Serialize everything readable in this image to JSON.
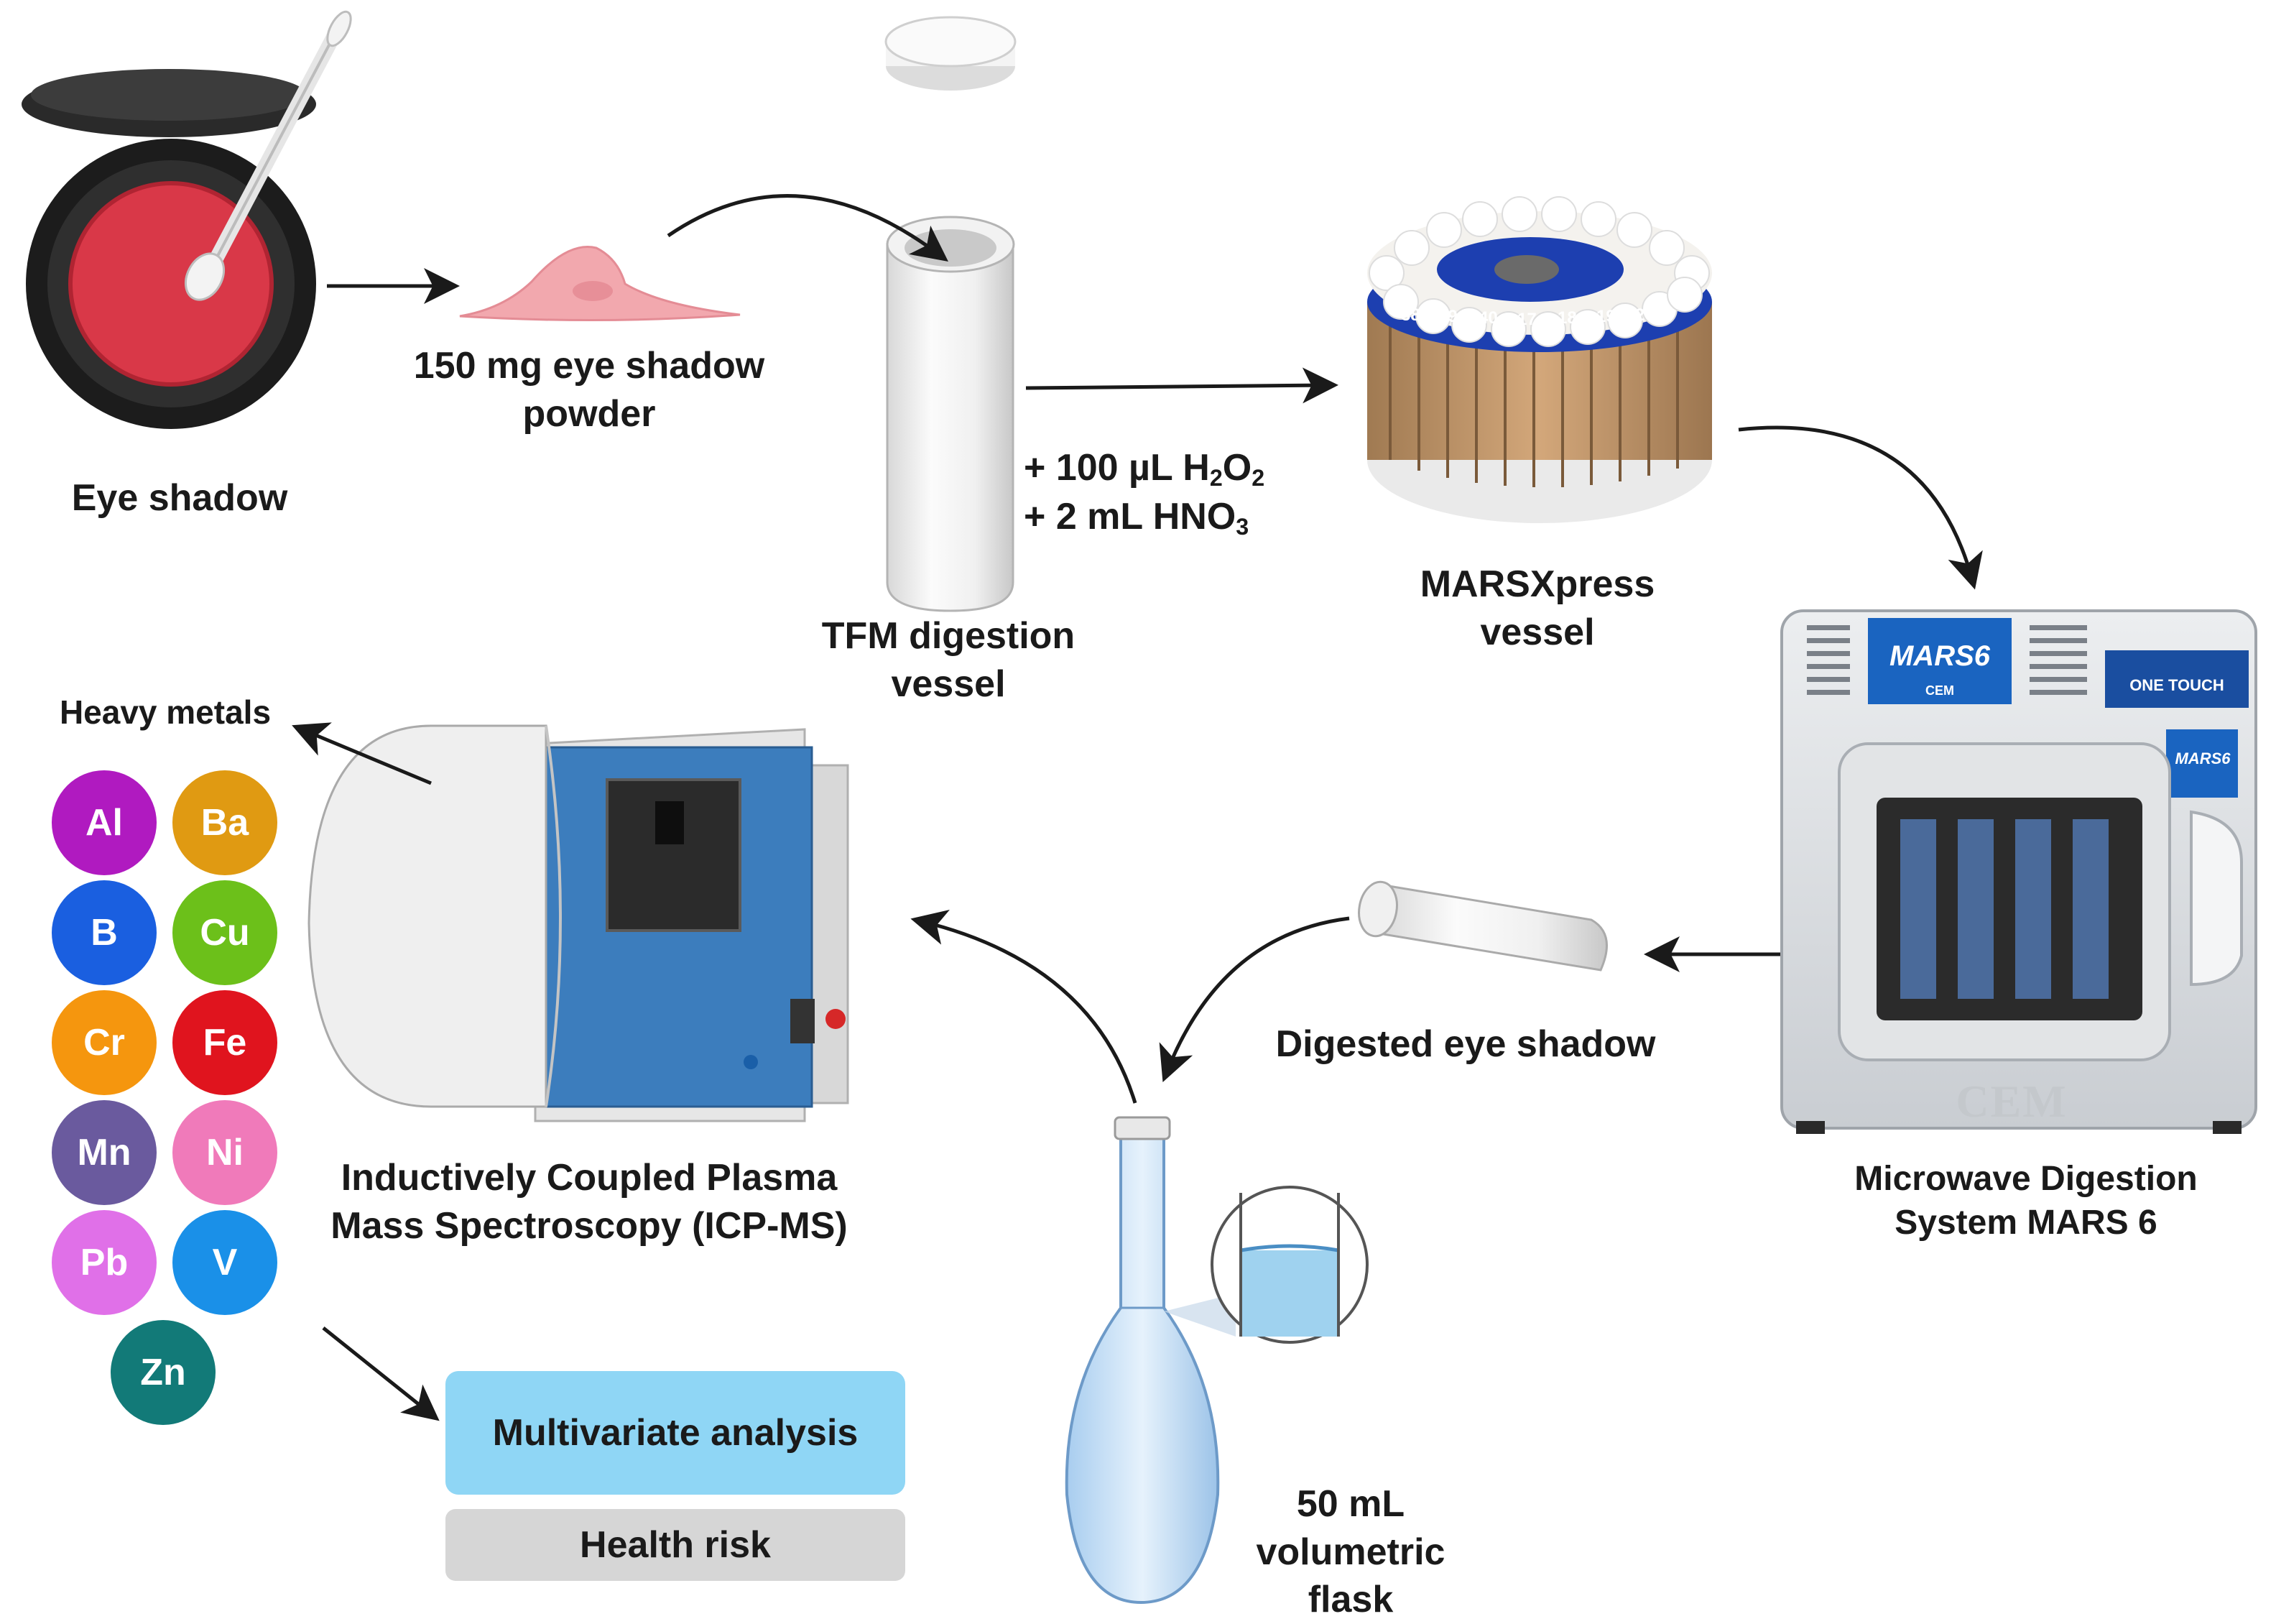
{
  "labels": {
    "eye_shadow": "Eye shadow",
    "powder_line1": "150 mg eye shadow",
    "powder_line2": "powder",
    "tfm_line1": "TFM digestion",
    "tfm_line2": "vessel",
    "reagent_h2o2_prefix": "+ 100 µL H",
    "reagent_h2o2_sub1": "2",
    "reagent_h2o2_mid": "O",
    "reagent_h2o2_sub2": "2",
    "reagent_hno3_prefix": "+ 2 mL HNO",
    "reagent_hno3_sub": "3",
    "marsxpress_line1": "MARSXpress",
    "marsxpress_line2": "vessel",
    "microwave_line1": "Microwave Digestion",
    "microwave_line2": "System MARS 6",
    "digested": "Digested eye shadow",
    "flask_line1": "50 mL",
    "flask_line2": "volumetric",
    "flask_line3": "flask",
    "icp_line1": "Inductively Coupled Plasma",
    "icp_line2": "Mass Spectroscopy (ICP-MS)",
    "heavy_metals": "Heavy metals",
    "multivariate": "Multivariate analysis",
    "health_risk": "Health risk"
  },
  "device": {
    "brand": "MARS6",
    "panel_brand": "MARS6",
    "one_touch": "ONE TOUCH",
    "cem_small": "CEM",
    "cem_logo": "CEM"
  },
  "carousel_numbers": [
    "38",
    "39",
    "40",
    "17",
    "18",
    "19",
    "20"
  ],
  "metals": [
    {
      "symbol": "Al",
      "color": "#b01ac0"
    },
    {
      "symbol": "Ba",
      "color": "#e09a12"
    },
    {
      "symbol": "B",
      "color": "#1a5fe0"
    },
    {
      "symbol": "Cu",
      "color": "#6cc01a"
    },
    {
      "symbol": "Cr",
      "color": "#f5960e"
    },
    {
      "symbol": "Fe",
      "color": "#e0141e"
    },
    {
      "symbol": "Mn",
      "color": "#6a5a9e"
    },
    {
      "symbol": "Ni",
      "color": "#f07aba"
    },
    {
      "symbol": "Pb",
      "color": "#e070e8"
    },
    {
      "symbol": "V",
      "color": "#1a90e8"
    },
    {
      "symbol": "Zn",
      "color": "#127a78"
    }
  ],
  "colors": {
    "multivariate_box": "#8fd6f5",
    "health_box": "#d6d6d6",
    "eyeshadow_pan": "#d93848",
    "powder": "#f2a8ae",
    "device_screen": "#1a64c0"
  }
}
